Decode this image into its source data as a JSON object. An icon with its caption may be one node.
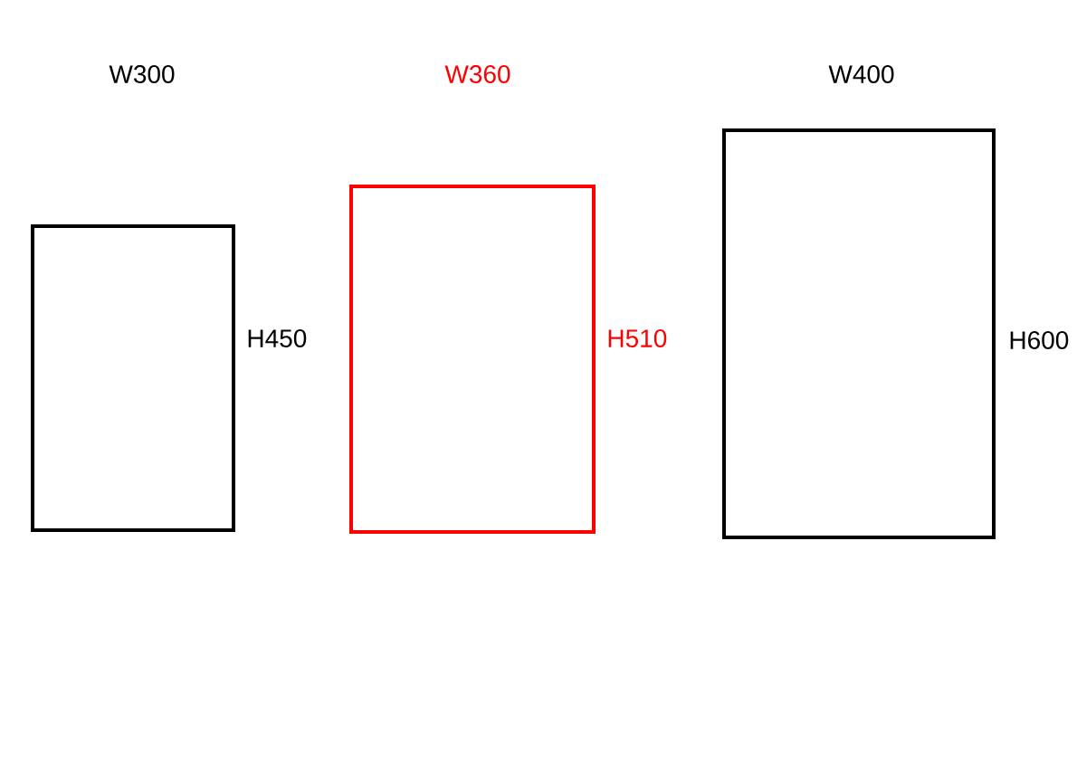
{
  "diagram": {
    "nodes": [
      {
        "text": [],
        "shape": "box",
        "beside": [
          "H450"
        ]
      },
      {
        "text": [],
        "shape": "box",
        "beside": [
          "H510"
        ]
      },
      {
        "text": [],
        "shape": "box",
        "beside": [
          "H600"
        ]
      }
    ],
    "labels": [
      "W300",
      "W360",
      "W400"
    ]
  }
}
